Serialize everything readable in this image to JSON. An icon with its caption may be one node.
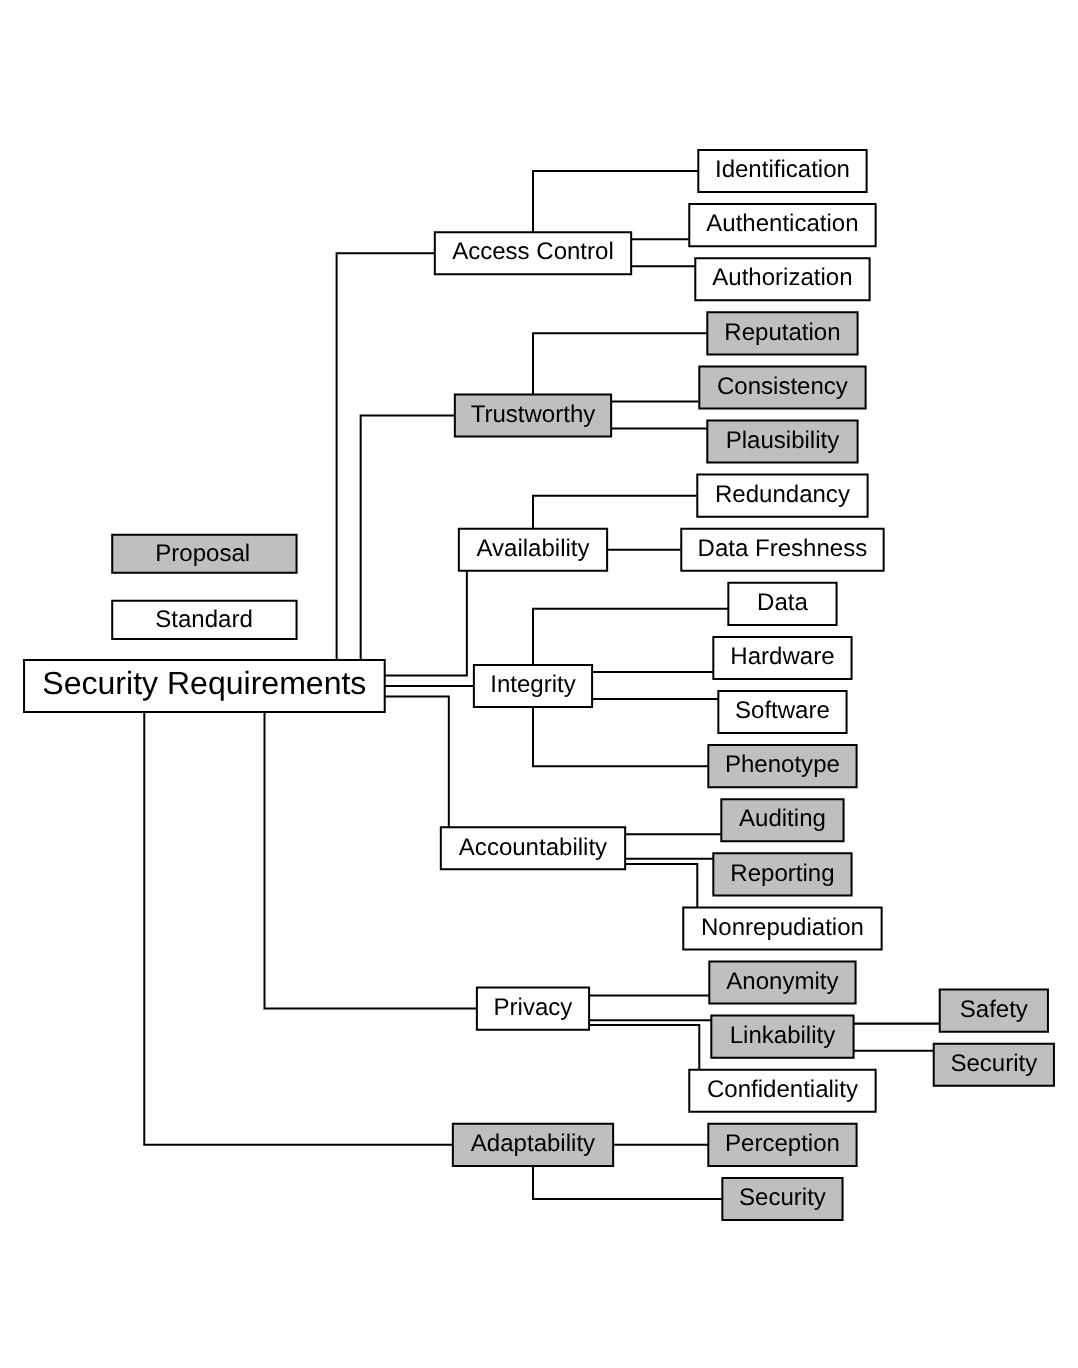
{
  "diagram": {
    "nodes": [
      {
        "text": [
          "Security Requirements"
        ]
      },
      {
        "text": [
          "Access Control"
        ]
      },
      {
        "text": [
          "Identification"
        ]
      },
      {
        "text": [
          "Authentication"
        ]
      },
      {
        "text": [
          "Authorization"
        ]
      },
      {
        "text": [
          "Trustworthy"
        ]
      },
      {
        "text": [
          "Reputation"
        ]
      },
      {
        "text": [
          "Consistency"
        ]
      },
      {
        "text": [
          "Plausibility"
        ]
      },
      {
        "text": [
          "Availability"
        ]
      },
      {
        "text": [
          "Redundancy"
        ]
      },
      {
        "text": [
          "Data Freshness"
        ]
      },
      {
        "text": [
          "Integrity"
        ]
      },
      {
        "text": [
          "Data"
        ]
      },
      {
        "text": [
          "Hardware"
        ]
      },
      {
        "text": [
          "Software"
        ]
      },
      {
        "text": [
          "Phenotype"
        ]
      },
      {
        "text": [
          "Accountability"
        ]
      },
      {
        "text": [
          "Auditing"
        ]
      },
      {
        "text": [
          "Reporting"
        ]
      },
      {
        "text": [
          "Nonrepudiation"
        ]
      },
      {
        "text": [
          "Privacy"
        ]
      },
      {
        "text": [
          "Anonymity"
        ]
      },
      {
        "text": [
          "Linkability"
        ]
      },
      {
        "text": [
          "Safety"
        ]
      },
      {
        "text": [
          "Security"
        ]
      },
      {
        "text": [
          "Confidentiality"
        ]
      },
      {
        "text": [
          "Adaptability"
        ]
      },
      {
        "text": [
          "Perception"
        ]
      },
      {
        "text": [
          "Security"
        ]
      }
    ],
    "edges": [
      {
        "from": 0,
        "to": 1,
        "arrow": "none"
      },
      {
        "from": 1,
        "to": 2,
        "arrow": "none"
      },
      {
        "from": 1,
        "to": 3,
        "arrow": "none"
      },
      {
        "from": 1,
        "to": 4,
        "arrow": "none"
      },
      {
        "from": 0,
        "to": 5,
        "arrow": "none"
      },
      {
        "from": 5,
        "to": 6,
        "arrow": "none"
      },
      {
        "from": 5,
        "to": 7,
        "arrow": "none"
      },
      {
        "from": 5,
        "to": 8,
        "arrow": "none"
      },
      {
        "from": 0,
        "to": 9,
        "arrow": "none"
      },
      {
        "from": 9,
        "to": 10,
        "arrow": "none"
      },
      {
        "from": 9,
        "to": 11,
        "arrow": "none"
      },
      {
        "from": 0,
        "to": 12,
        "arrow": "none"
      },
      {
        "from": 12,
        "to": 13,
        "arrow": "none"
      },
      {
        "from": 12,
        "to": 14,
        "arrow": "none"
      },
      {
        "from": 12,
        "to": 15,
        "arrow": "none"
      },
      {
        "from": 12,
        "to": 16,
        "arrow": "none"
      },
      {
        "from": 0,
        "to": 17,
        "arrow": "none"
      },
      {
        "from": 17,
        "to": 18,
        "arrow": "none"
      },
      {
        "from": 17,
        "to": 19,
        "arrow": "none"
      },
      {
        "from": 17,
        "to": 20,
        "arrow": "none"
      },
      {
        "from": 0,
        "to": 21,
        "arrow": "none"
      },
      {
        "from": 21,
        "to": 22,
        "arrow": "none"
      },
      {
        "from": 21,
        "to": 23,
        "arrow": "none"
      },
      {
        "from": 23,
        "to": 24,
        "arrow": "none"
      },
      {
        "from": 23,
        "to": 25,
        "arrow": "none"
      },
      {
        "from": 21,
        "to": 26,
        "arrow": "none"
      },
      {
        "from": 0,
        "to": 27,
        "arrow": "none"
      },
      {
        "from": 27,
        "to": 28,
        "arrow": "none"
      },
      {
        "from": 27,
        "to": 29,
        "arrow": "none"
      }
    ],
    "legend": [
      {
        "text": "Proposal",
        "color": "#bfbfbf"
      },
      {
        "text": "Standard",
        "color": "#ffffff"
      }
    ]
  }
}
